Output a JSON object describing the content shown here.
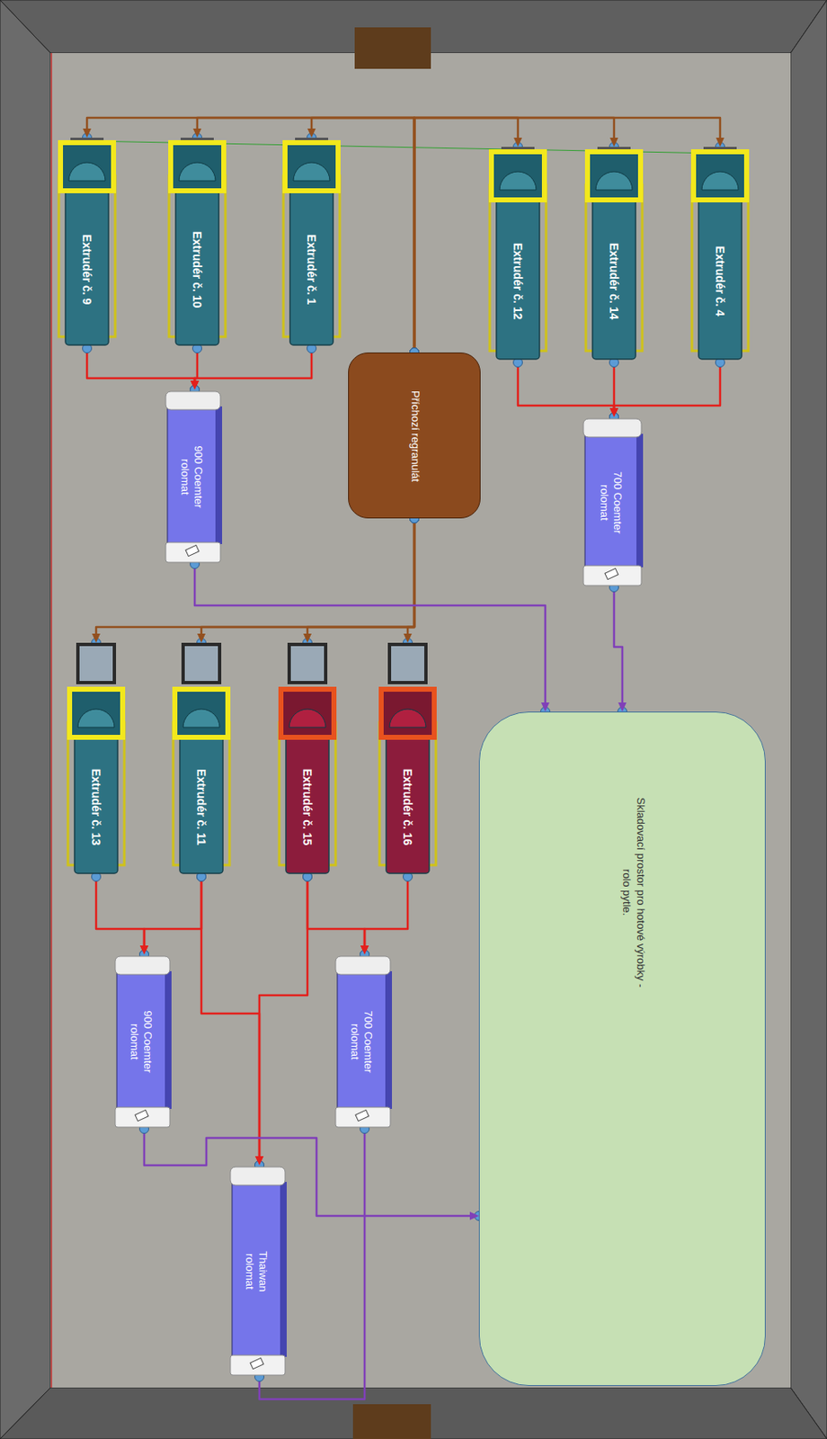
{
  "diagram": {
    "nodes": [
      {
        "text": [
          "Extrudér č. 9"
        ]
      },
      {
        "text": [
          "Extrudér č. 10"
        ]
      },
      {
        "text": [
          "Extrudér č. 1"
        ]
      },
      {
        "text": [
          "Extrudér č. 12"
        ]
      },
      {
        "text": [
          "Extrudér č. 14"
        ]
      },
      {
        "text": [
          "Extrudér č. 4"
        ]
      },
      {
        "text": [
          "Příchozí regranulát"
        ]
      },
      {
        "text": [
          "900 Coemter rolomat"
        ]
      },
      {
        "text": [
          "700 Coemter rolomat"
        ]
      },
      {
        "text": [
          "Extrudér č. 13"
        ]
      },
      {
        "text": [
          "Extrudér č. 11"
        ]
      },
      {
        "text": [
          "Extrudér č. 15"
        ]
      },
      {
        "text": [
          "Extrudér č. 16"
        ]
      },
      {
        "text": [
          "Skladovací prostor pro hotové výrobky - rolo pytle."
        ]
      },
      {
        "text": [
          "900 Coemter rolomat"
        ]
      },
      {
        "text": [
          "700 Coemter rolomat"
        ]
      },
      {
        "text": [
          "Thaiwan rolomat"
        ]
      }
    ],
    "edges": [
      {
        "from": 6,
        "to": 0,
        "arrow": "to"
      },
      {
        "from": 6,
        "to": 1,
        "arrow": "to"
      },
      {
        "from": 6,
        "to": 2,
        "arrow": "to"
      },
      {
        "from": 6,
        "to": 3,
        "arrow": "to"
      },
      {
        "from": 6,
        "to": 4,
        "arrow": "to"
      },
      {
        "from": 6,
        "to": 5,
        "arrow": "to"
      },
      {
        "from": 6,
        "to": 9,
        "arrow": "to"
      },
      {
        "from": 6,
        "to": 10,
        "arrow": "to"
      },
      {
        "from": 6,
        "to": 11,
        "arrow": "to"
      },
      {
        "from": 6,
        "to": 12,
        "arrow": "to"
      },
      {
        "from": 0,
        "to": 7,
        "arrow": "to"
      },
      {
        "from": 1,
        "to": 7,
        "arrow": "to"
      },
      {
        "from": 2,
        "to": 7,
        "arrow": "to"
      },
      {
        "from": 3,
        "to": 8,
        "arrow": "to"
      },
      {
        "from": 4,
        "to": 8,
        "arrow": "to"
      },
      {
        "from": 5,
        "to": 8,
        "arrow": "to"
      },
      {
        "from": 9,
        "to": 14,
        "arrow": "to"
      },
      {
        "from": 10,
        "to": 14,
        "arrow": "to"
      },
      {
        "from": 11,
        "to": 15,
        "arrow": "to"
      },
      {
        "from": 12,
        "to": 15,
        "arrow": "to"
      },
      {
        "from": 10,
        "to": 16,
        "arrow": "to"
      },
      {
        "from": 11,
        "to": 16,
        "arrow": "to"
      },
      {
        "from": 7,
        "to": 13,
        "arrow": "to"
      },
      {
        "from": 8,
        "to": 13,
        "arrow": "to"
      },
      {
        "from": 14,
        "to": 13,
        "arrow": "to"
      },
      {
        "from": 15,
        "to": 16,
        "arrow": "none"
      }
    ]
  }
}
